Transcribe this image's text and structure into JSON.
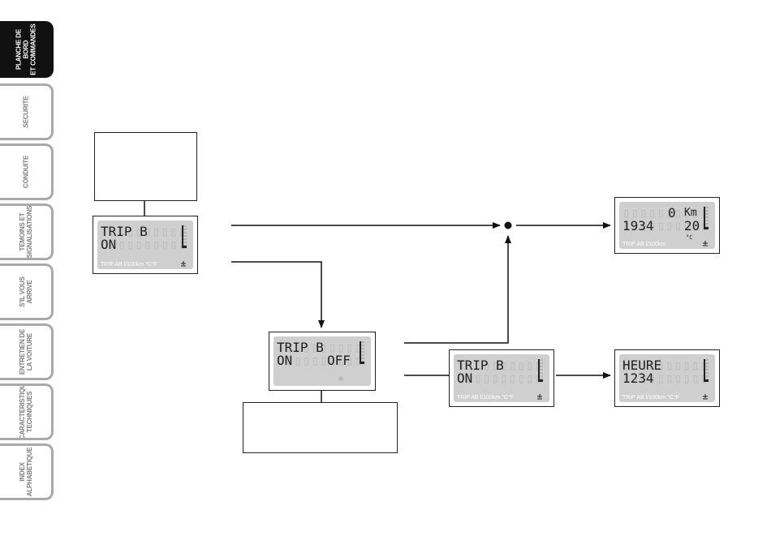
{
  "sidebar": {
    "items": [
      {
        "label": "PLANCHE DE BORD\nET COMMANDES",
        "active": true
      },
      {
        "label": "SECURITE",
        "active": false
      },
      {
        "label": "CONDUITE",
        "active": false
      },
      {
        "label": "TEMOINS ET\nSIGNALISATIONS",
        "active": false
      },
      {
        "label": "S'IL VOUS\nARRIVE",
        "active": false
      },
      {
        "label": "ENTRETIEN DE\nLA VOITURE",
        "active": false
      },
      {
        "label": "CARACTERISTIQUES\nTECHNIQUES",
        "active": false
      },
      {
        "label": "INDEX\nALPHABETIQUE",
        "active": false
      }
    ]
  },
  "displays": {
    "trip_on": {
      "line1": "TRIP B",
      "line2": "ON",
      "units": "TRIP AB l/100km  °C°F",
      "fuel_level": 0.1
    },
    "trip_on_off": {
      "line1": "TRIP B",
      "line2_left": "ON",
      "line2_right": "OFF",
      "fuel_level": 0.1
    },
    "trip_on_lower": {
      "line1": "TRIP B",
      "line2": "ON",
      "units": "TRIP AB l/100km  °C°F",
      "fuel_level": 0.1
    },
    "odometer": {
      "line1_value": "0",
      "line1_unit": "Km",
      "line2_left": "1934",
      "line2_right": "20",
      "line2_unit": "°C",
      "units": "TRIP AB l/100km",
      "fuel_level": 0.1
    },
    "clock": {
      "line1": "HEURE",
      "line2": "1234",
      "units": "TRIP AB l/100km  °C°F",
      "fuel_level": 0.1
    }
  },
  "colors": {
    "lcd_bg": "#cfcfcf",
    "tab_border": "#a9a9a9",
    "active_tab": "#111111"
  }
}
